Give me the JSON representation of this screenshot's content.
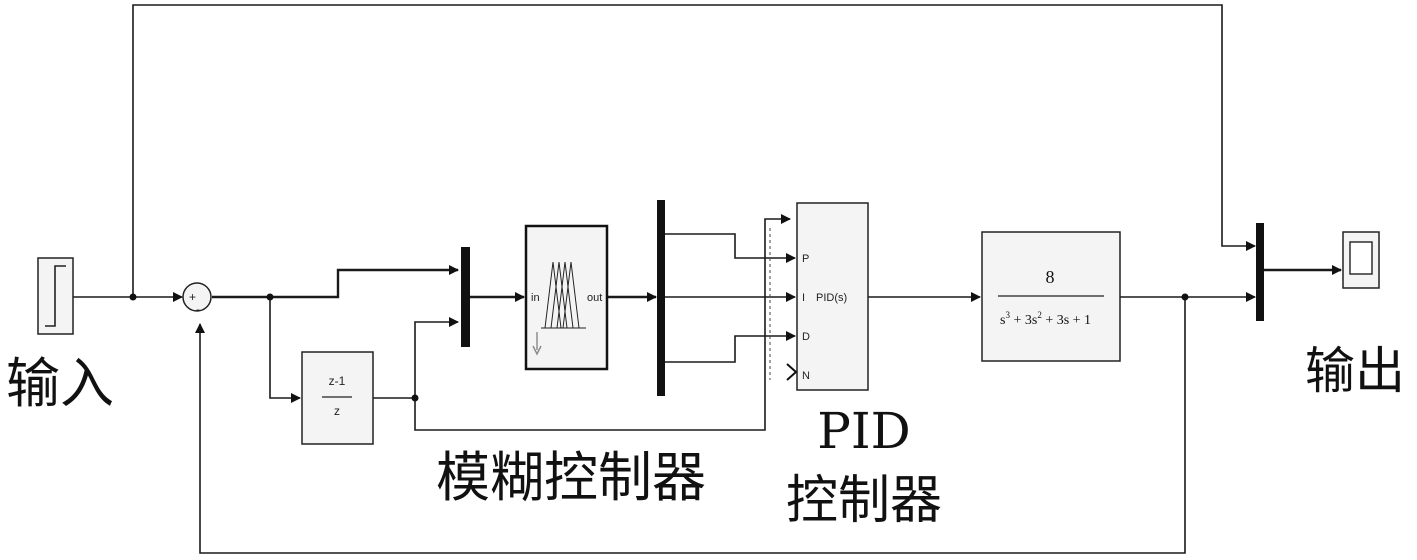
{
  "labels": {
    "input": "输入",
    "output": "输出",
    "fuzzy_controller": "模糊控制器",
    "pid_line1": "PID",
    "pid_line2": "控制器"
  },
  "blocks": {
    "sum_signs": {
      "plus": "+",
      "minus": "-"
    },
    "discrete_derivative": {
      "numerator": "z-1",
      "denominator": "z"
    },
    "fuzzy": {
      "in_port": "in",
      "out_port": "out"
    },
    "pid": {
      "name": "PID(s)",
      "ports": [
        "P",
        "I",
        "D",
        "N"
      ]
    },
    "plant": {
      "numerator": "8",
      "den_s3": "s",
      "den_exp3": "3",
      "den_plus1": " + 3",
      "den_s2": "s",
      "den_exp2": "2",
      "den_rest": " + 3s + 1"
    }
  }
}
